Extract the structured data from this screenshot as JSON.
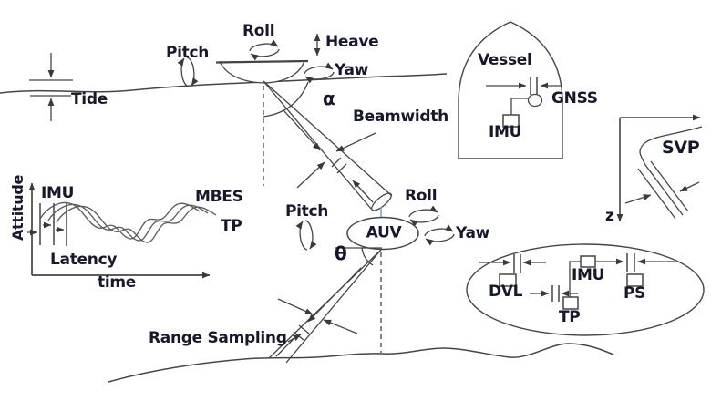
{
  "colors": {
    "text": "#17172e",
    "line": "#454545",
    "wave_curve": "#5a5a5a",
    "beam_connector": "#7b9fd4",
    "background": "#ffffff"
  },
  "labels": {
    "tide": "Tide",
    "pitch_vessel": "Pitch",
    "roll_vessel": "Roll",
    "heave": "Heave",
    "yaw_vessel": "Yaw",
    "alpha": "α",
    "beamwidth": "Beamwidth",
    "vessel": "Vessel",
    "gnss": "GNSS",
    "imu_vessel": "IMU",
    "svp": "SVP",
    "z_axis": "z",
    "attitude_axis": "Attitude",
    "imu_chart": "IMU",
    "mbes_chart": "MBES",
    "tp_chart": "TP",
    "latency": "Latency",
    "time_axis": "time",
    "pitch_auv": "Pitch",
    "auv": "AUV",
    "roll_auv": "Roll",
    "yaw_auv": "Yaw",
    "theta": "θ",
    "range_sampling": "Range Sampling",
    "dvl": "DVL",
    "imu_auv": "IMU",
    "tp_auv": "TP",
    "ps": "PS"
  }
}
